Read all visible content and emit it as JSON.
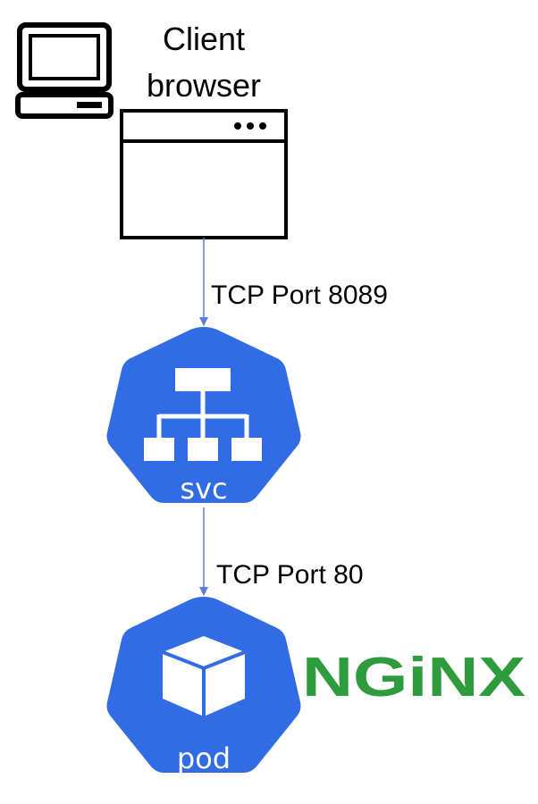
{
  "client": {
    "label_line1": "Client",
    "label_line2": "browser"
  },
  "edges": {
    "client_to_svc": "TCP Port 8089",
    "svc_to_pod": "TCP Port 80"
  },
  "nodes": {
    "svc": {
      "label": "svc",
      "icon": "network-hierarchy-icon"
    },
    "pod": {
      "label": "pod",
      "icon": "cube-icon"
    }
  },
  "logo": {
    "text": "NGiNX",
    "color": "#2e9b3c"
  },
  "colors": {
    "kube_blue": "#326ce5",
    "arrow": "#5b7fd6",
    "outline": "#000000"
  }
}
